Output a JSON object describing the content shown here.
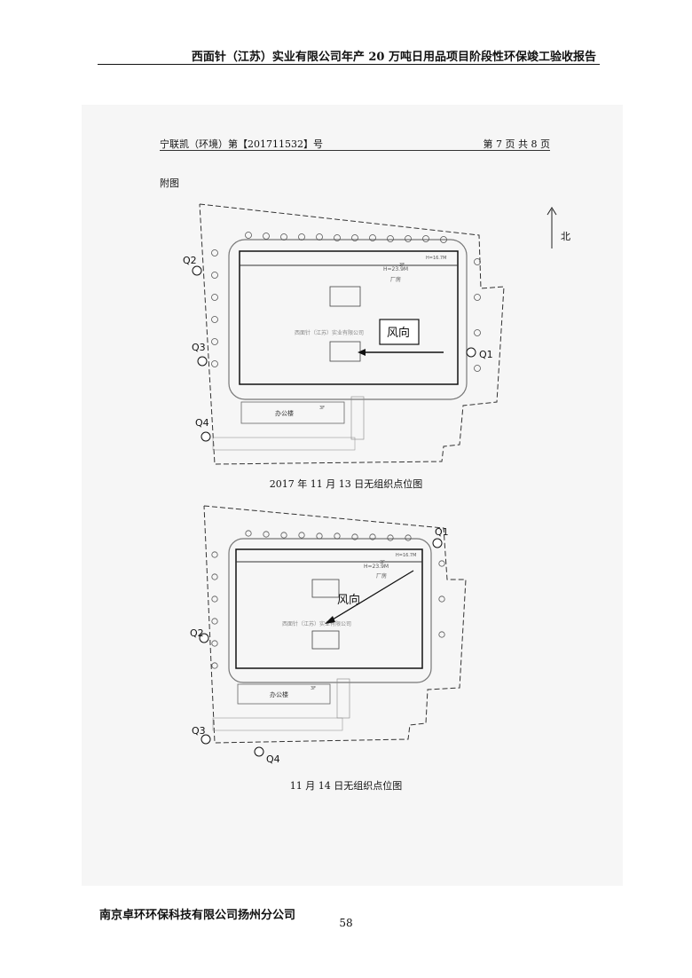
{
  "header": {
    "title": "西面针（江苏）实业有限公司年产 20 万吨日用品项目阶段性环保竣工验收报告"
  },
  "doc": {
    "ref": "宁联凯（环境）第【201711532】号",
    "page_ref": "第 7 页  共 8 页",
    "figure_label": "附图",
    "north": "北"
  },
  "map1": {
    "caption": "2017 年 11 月 13 日无组织点位图",
    "wind_label": "风向",
    "points": [
      "Q1",
      "Q2",
      "Q3",
      "Q4"
    ],
    "labels": {
      "factory": "厂房",
      "office": "办公楼",
      "height": "H=23.9M",
      "floors_main": "3F",
      "floors_office": "3F",
      "h_small": "H=16.7M",
      "company": "西面针（江苏）实业有限公司"
    }
  },
  "map2": {
    "caption": "11 月 14 日无组织点位图",
    "wind_label": "风向",
    "points": [
      "Q1",
      "Q2",
      "Q3",
      "Q4"
    ],
    "labels": {
      "factory": "厂房",
      "office": "办公楼",
      "height": "H=23.9M",
      "floors_main": "3F",
      "floors_office": "3F",
      "h_small": "H=16.7M",
      "company": "西面针（江苏）实业有限公司"
    }
  },
  "footer": {
    "company": "南京卓环环保科技有限公司扬州分公司",
    "page_number": "58"
  }
}
